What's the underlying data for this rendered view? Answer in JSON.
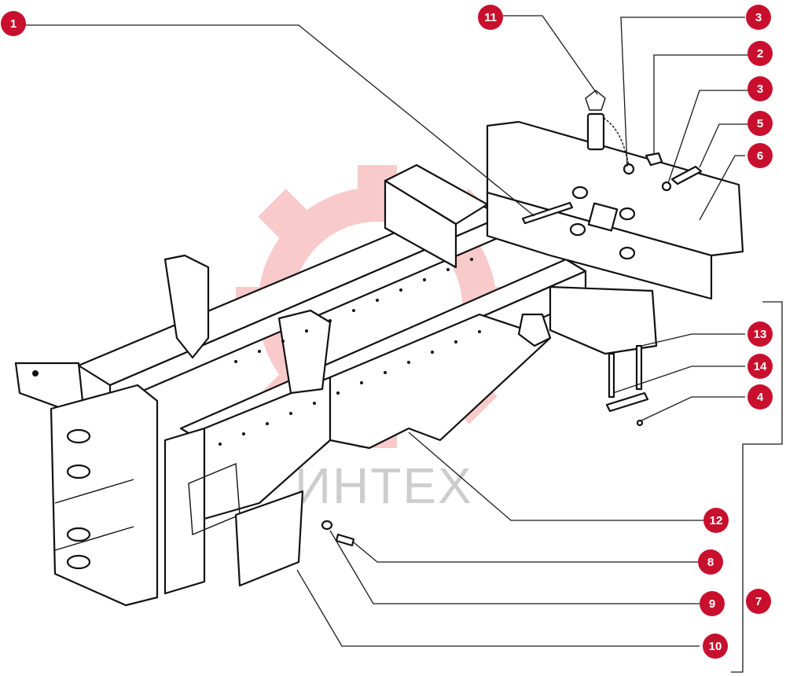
{
  "watermark": {
    "text": "ИНТЕХ",
    "gear_color": "#f28c8c",
    "text_color": "#bdbdbd"
  },
  "callout_color": "#c8102e",
  "callouts": [
    {
      "label": "1"
    },
    {
      "label": "11"
    },
    {
      "label": "3"
    },
    {
      "label": "2"
    },
    {
      "label": "3"
    },
    {
      "label": "5"
    },
    {
      "label": "6"
    },
    {
      "label": "13"
    },
    {
      "label": "14"
    },
    {
      "label": "4"
    },
    {
      "label": "12"
    },
    {
      "label": "8"
    },
    {
      "label": "9"
    },
    {
      "label": "10"
    },
    {
      "label": "7"
    }
  ]
}
